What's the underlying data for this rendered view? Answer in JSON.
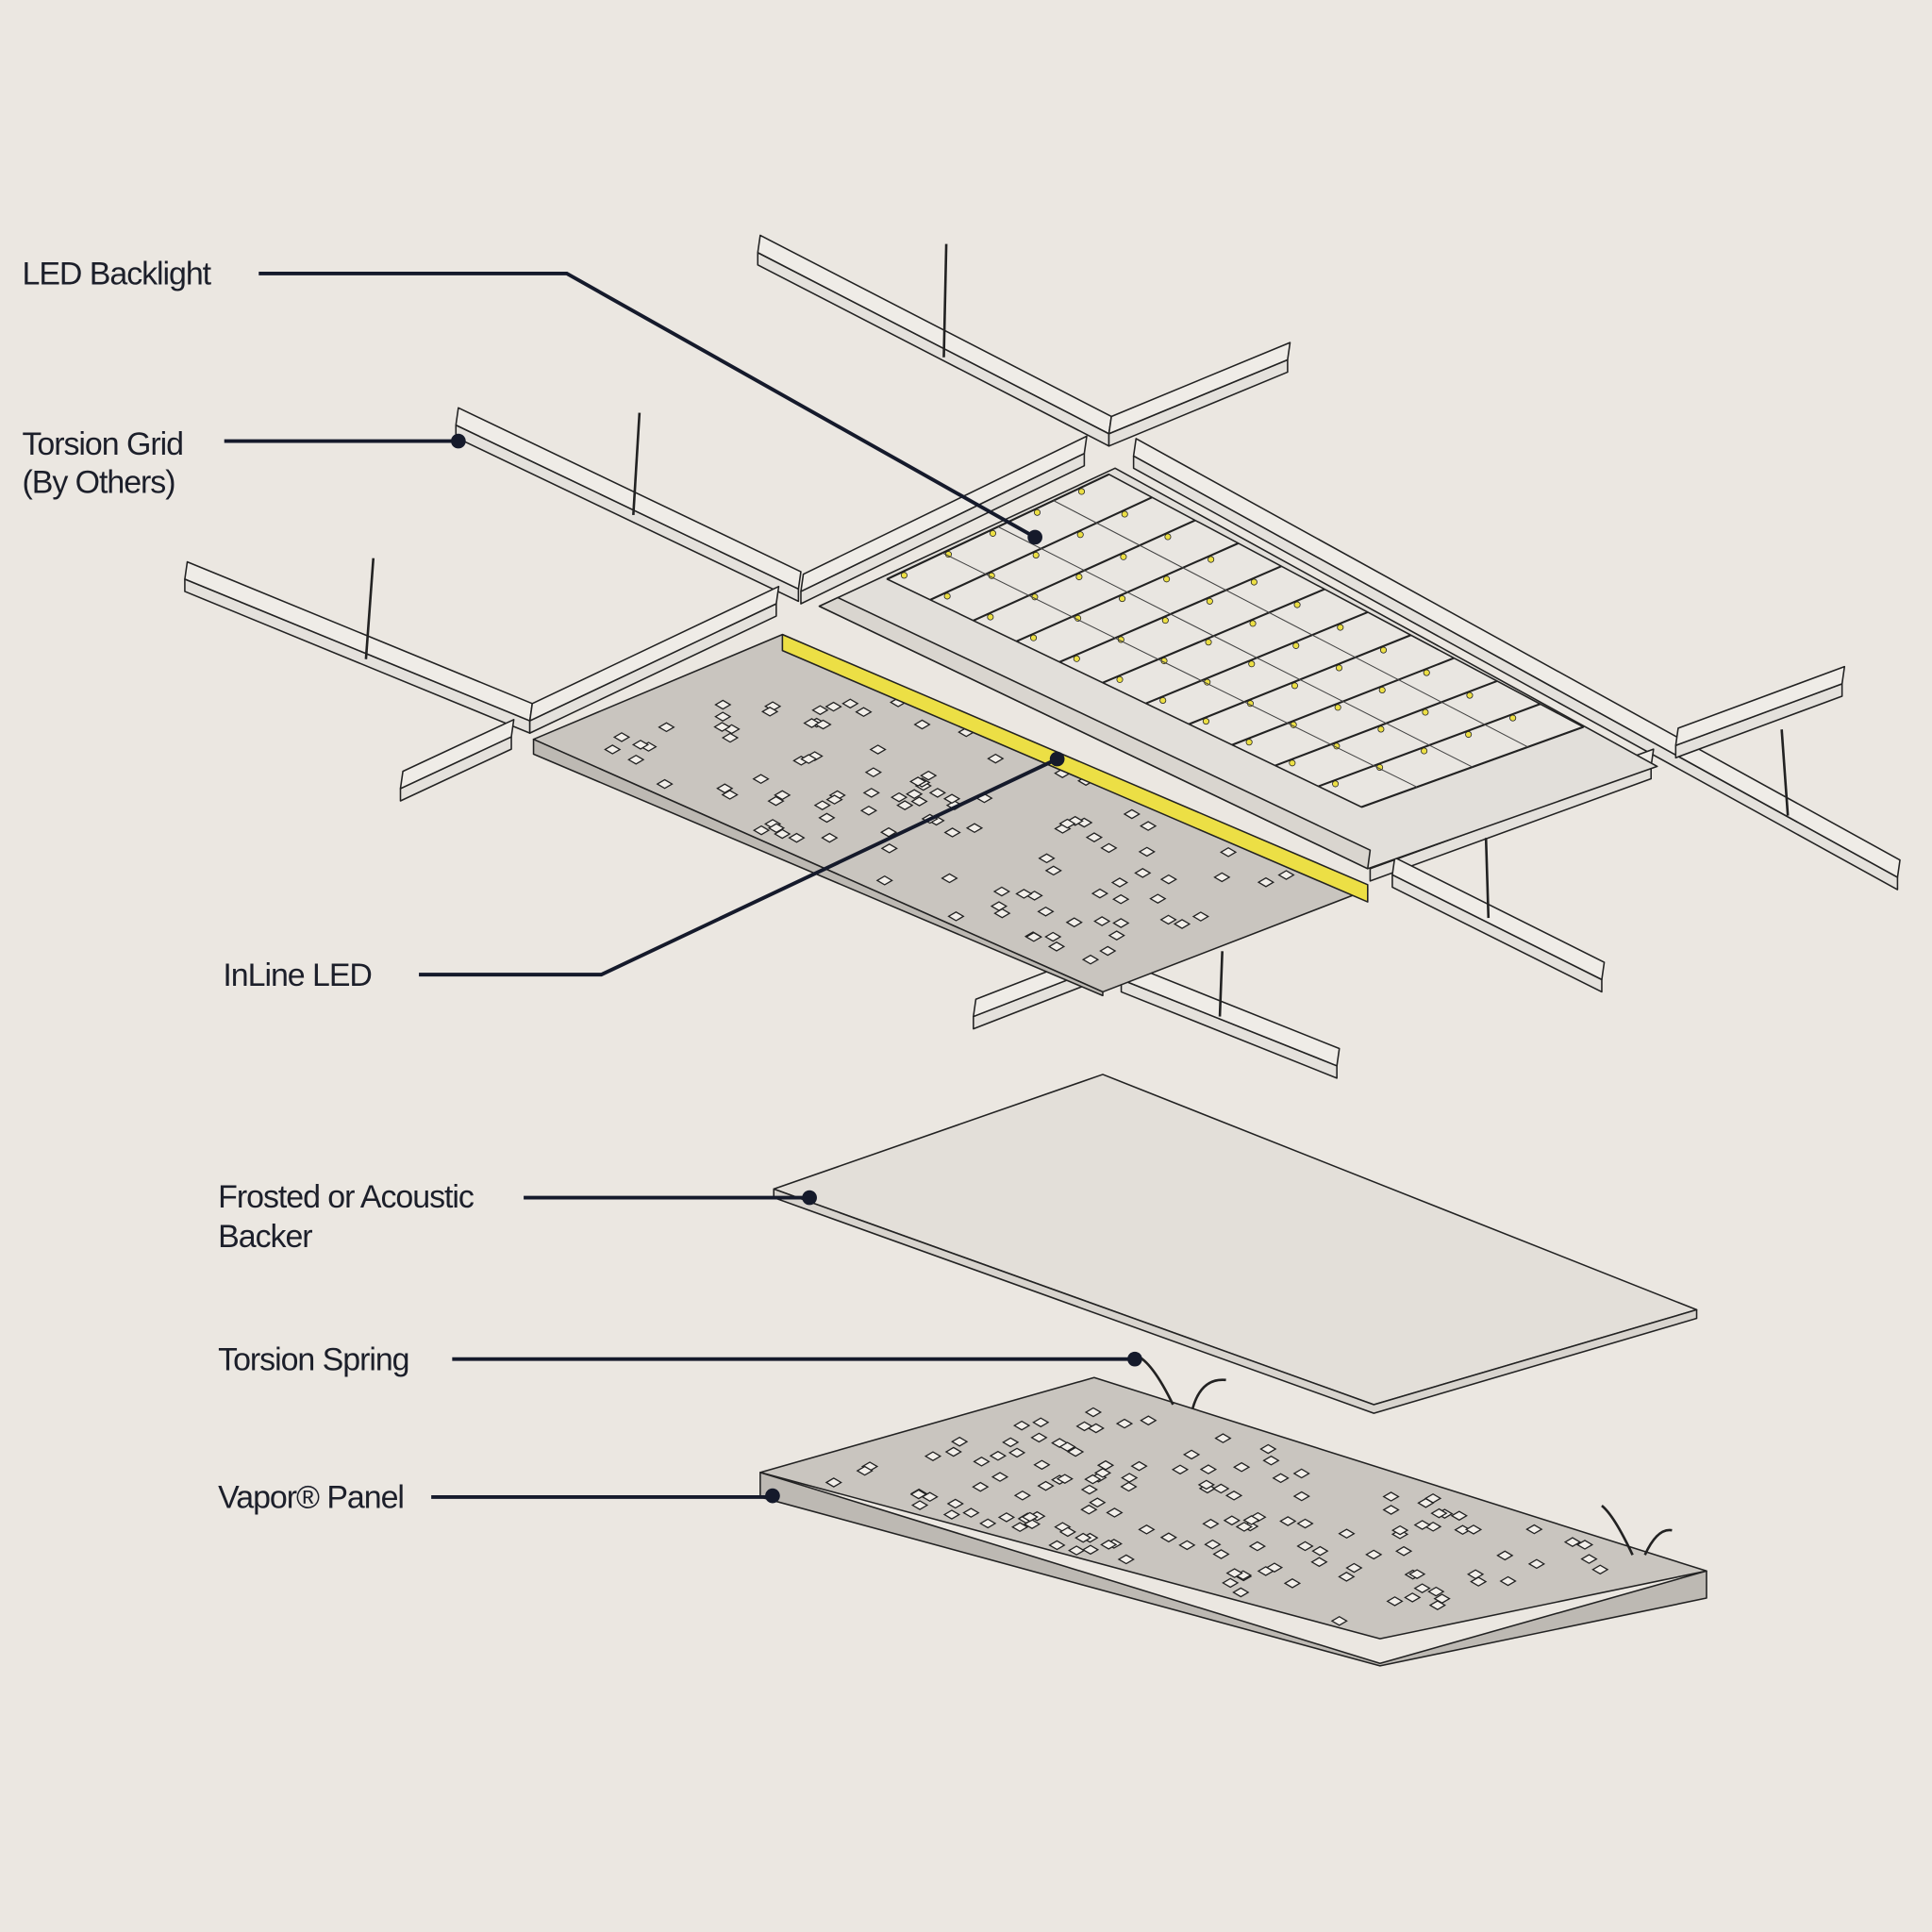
{
  "labels": {
    "led_backlight": "LED Backlight",
    "torsion_grid_line1": "Torsion Grid",
    "torsion_grid_line2": "(By Others)",
    "inline_led": "InLine LED",
    "backer_line1": "Frosted or Acoustic",
    "backer_line2": "Backer",
    "torsion_spring": "Torsion Spring",
    "vapor_panel": "Vapor® Panel"
  },
  "colors": {
    "background": "#ebe7e1",
    "panel": "#c9c5bf",
    "rail": "#e4e1dc",
    "led_strip": "#ecdf45",
    "leader": "#151a2b"
  }
}
